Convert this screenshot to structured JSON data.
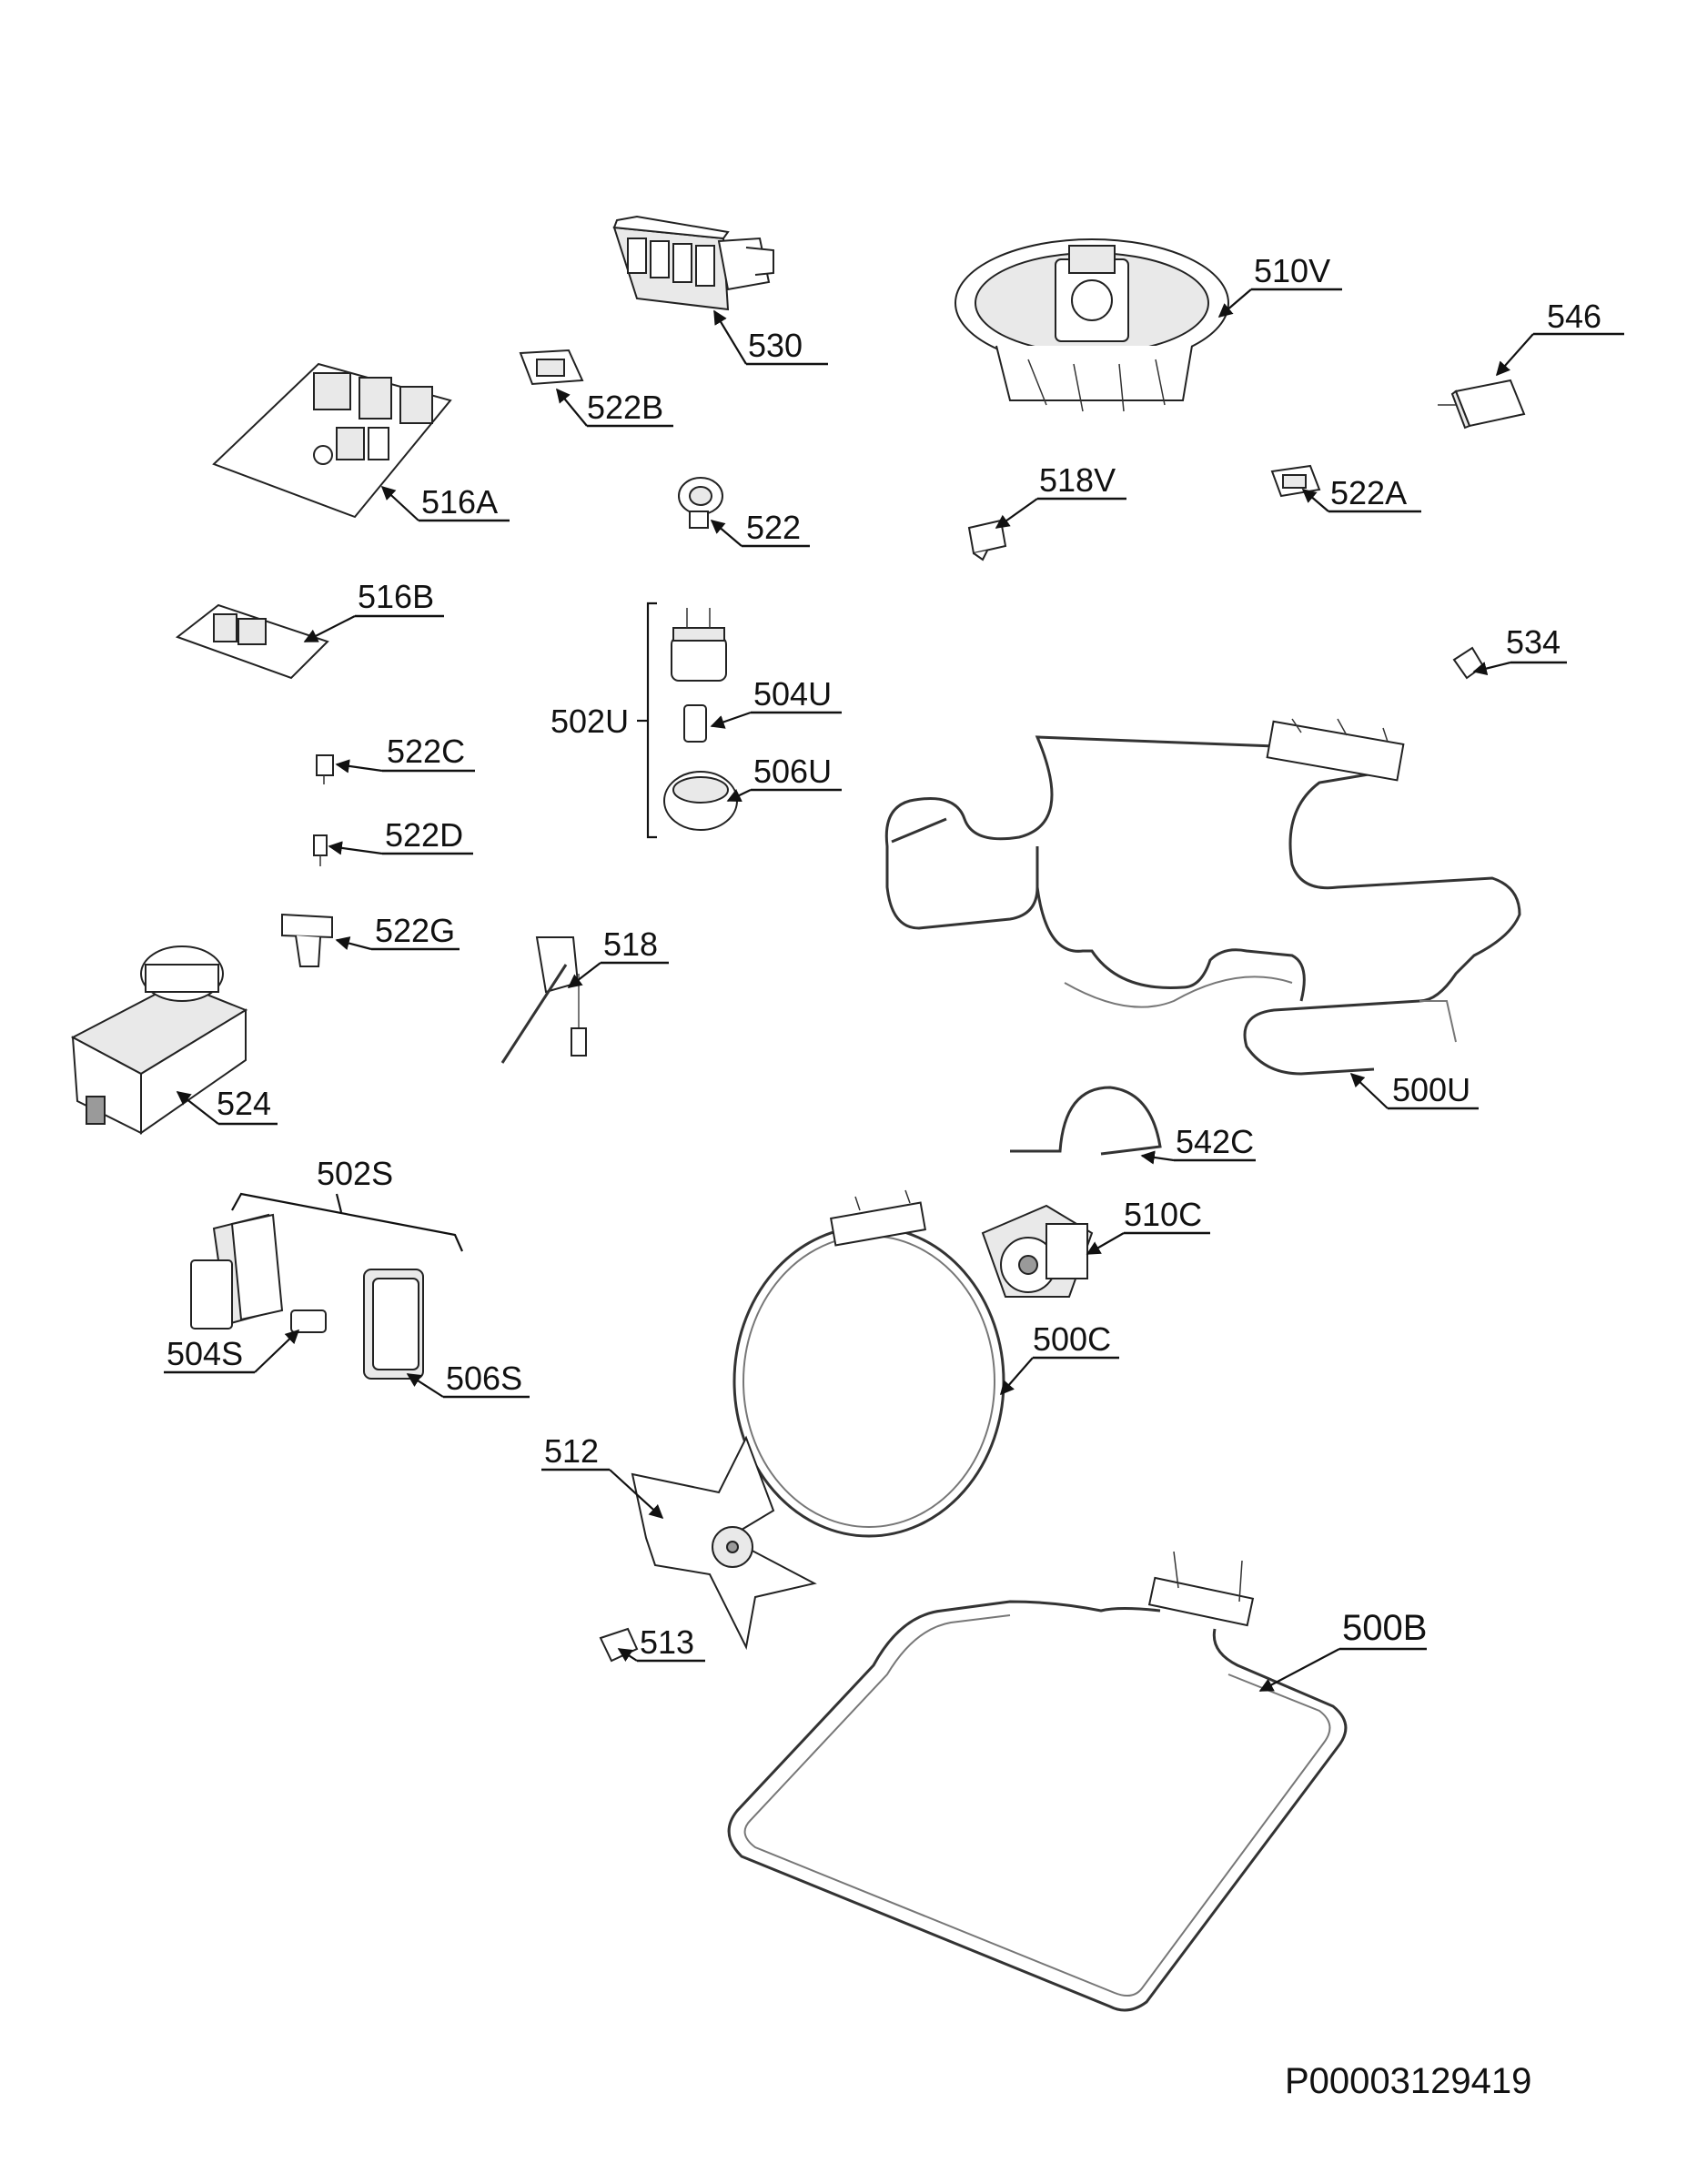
{
  "document_id": "P00003129419",
  "labels": [
    {
      "key": "530",
      "text": "530"
    },
    {
      "key": "510V",
      "text": "510V"
    },
    {
      "key": "546",
      "text": "546"
    },
    {
      "key": "522B",
      "text": "522B"
    },
    {
      "key": "516A",
      "text": "516A"
    },
    {
      "key": "522",
      "text": "522"
    },
    {
      "key": "518V",
      "text": "518V"
    },
    {
      "key": "522A",
      "text": "522A"
    },
    {
      "key": "516B",
      "text": "516B"
    },
    {
      "key": "534",
      "text": "534"
    },
    {
      "key": "504U",
      "text": "504U"
    },
    {
      "key": "502U",
      "text": "502U"
    },
    {
      "key": "506U",
      "text": "506U"
    },
    {
      "key": "522C",
      "text": "522C"
    },
    {
      "key": "522D",
      "text": "522D"
    },
    {
      "key": "522G",
      "text": "522G"
    },
    {
      "key": "518",
      "text": "518"
    },
    {
      "key": "524",
      "text": "524"
    },
    {
      "key": "500U",
      "text": "500U"
    },
    {
      "key": "542C",
      "text": "542C"
    },
    {
      "key": "502S",
      "text": "502S"
    },
    {
      "key": "510C",
      "text": "510C"
    },
    {
      "key": "500C",
      "text": "500C"
    },
    {
      "key": "504S",
      "text": "504S"
    },
    {
      "key": "506S",
      "text": "506S"
    },
    {
      "key": "512",
      "text": "512"
    },
    {
      "key": "513",
      "text": "513"
    },
    {
      "key": "500B",
      "text": "500B"
    }
  ]
}
